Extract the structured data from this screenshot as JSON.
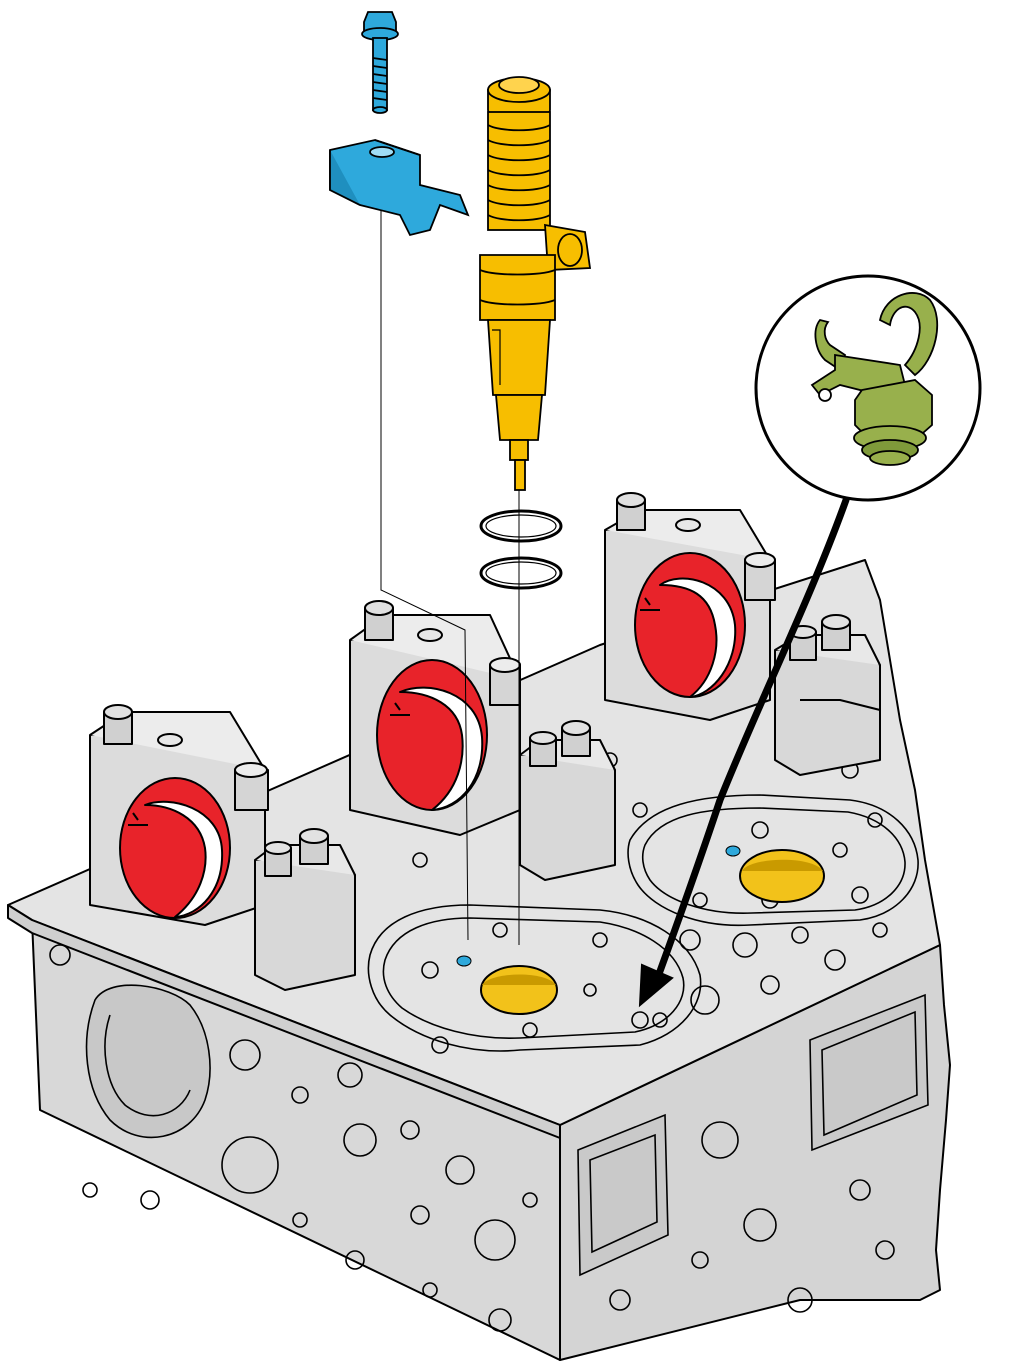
{
  "diagram": {
    "colors": {
      "background": "#ffffff",
      "head_body": "#d6d6d6",
      "head_top": "#e6e6e6",
      "outline": "#000000",
      "bearing": "#e8232a",
      "injector": "#f7be00",
      "injector_seat": "#f2c21a",
      "clamp": "#2ea9dc",
      "sensor": "#98b04c",
      "o_ring": "#000000",
      "callout_circle": "#ffffff"
    },
    "parts": [
      {
        "id": "fuel-injector",
        "icon": "injector-icon"
      },
      {
        "id": "clamp-bolt",
        "icon": "bolt-icon"
      },
      {
        "id": "injector-clamp",
        "icon": "clamp-icon"
      },
      {
        "id": "o-rings",
        "icon": "o-ring-icon"
      },
      {
        "id": "cylinder-head",
        "icon": "cylinder-head-icon"
      },
      {
        "id": "camshaft-bearing-caps",
        "icon": "bearing-cap-icon"
      },
      {
        "id": "sensor-callout",
        "icon": "sensor-icon"
      },
      {
        "id": "callout-arrow",
        "icon": "arrow-icon"
      }
    ]
  }
}
